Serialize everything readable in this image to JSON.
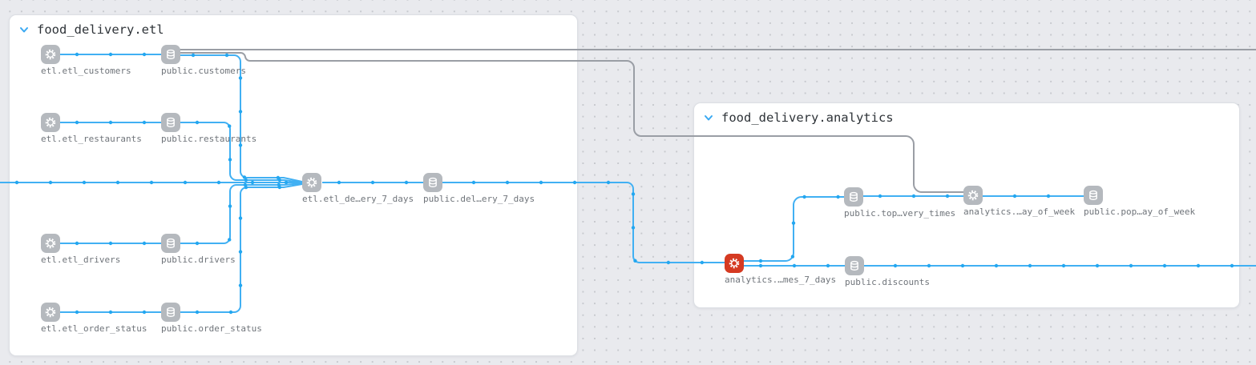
{
  "app": {
    "view": "asset-lineage-graph"
  },
  "groups": [
    {
      "id": "etl",
      "title": "food_delivery.etl"
    },
    {
      "id": "analytics",
      "title": "food_delivery.analytics"
    }
  ],
  "nodes": [
    {
      "id": "etl_customers",
      "label": "etl.etl_customers",
      "icon": "gear",
      "status": "default"
    },
    {
      "id": "public_customers",
      "label": "public.customers",
      "icon": "database",
      "status": "default"
    },
    {
      "id": "etl_restaurants",
      "label": "etl.etl_restaurants",
      "icon": "gear",
      "status": "default"
    },
    {
      "id": "public_restaurants",
      "label": "public.restaurants",
      "icon": "database",
      "status": "default"
    },
    {
      "id": "etl_delivery_7_days",
      "label": "etl.etl_de…ery_7_days",
      "icon": "gear",
      "status": "default"
    },
    {
      "id": "public_delivery_7_days",
      "label": "public.del…ery_7_days",
      "icon": "database",
      "status": "default"
    },
    {
      "id": "etl_drivers",
      "label": "etl.etl_drivers",
      "icon": "gear",
      "status": "default"
    },
    {
      "id": "public_drivers",
      "label": "public.drivers",
      "icon": "database",
      "status": "default"
    },
    {
      "id": "etl_order_status",
      "label": "etl.etl_order_status",
      "icon": "gear",
      "status": "default"
    },
    {
      "id": "public_order_status",
      "label": "public.order_status",
      "icon": "database",
      "status": "default"
    },
    {
      "id": "public_top_delivery_times",
      "label": "public.top…very_times",
      "icon": "database",
      "status": "default"
    },
    {
      "id": "analytics_day_of_week",
      "label": "analytics.…ay_of_week",
      "icon": "gear",
      "status": "default"
    },
    {
      "id": "public_pop_day_of_week",
      "label": "public.pop…ay_of_week",
      "icon": "database",
      "status": "default"
    },
    {
      "id": "analytics_times_7_days",
      "label": "analytics.…mes_7_days",
      "icon": "gear",
      "status": "error"
    },
    {
      "id": "public_discounts",
      "label": "public.discounts",
      "icon": "database",
      "status": "default"
    }
  ],
  "colors": {
    "canvas_bg": "#e9eaee",
    "dot_grid": "#c7c9ce",
    "group_bg": "#ffffff",
    "title_text": "#2e3338",
    "label_text": "#6f747a",
    "edge_blue": "#41b0f3",
    "edge_dot": "#23a7f0",
    "edge_gray": "#9a9ea5",
    "node_gray": "#b5b9be",
    "node_error_red": "#d53a22",
    "chevron_blue": "#3aa9f2"
  }
}
